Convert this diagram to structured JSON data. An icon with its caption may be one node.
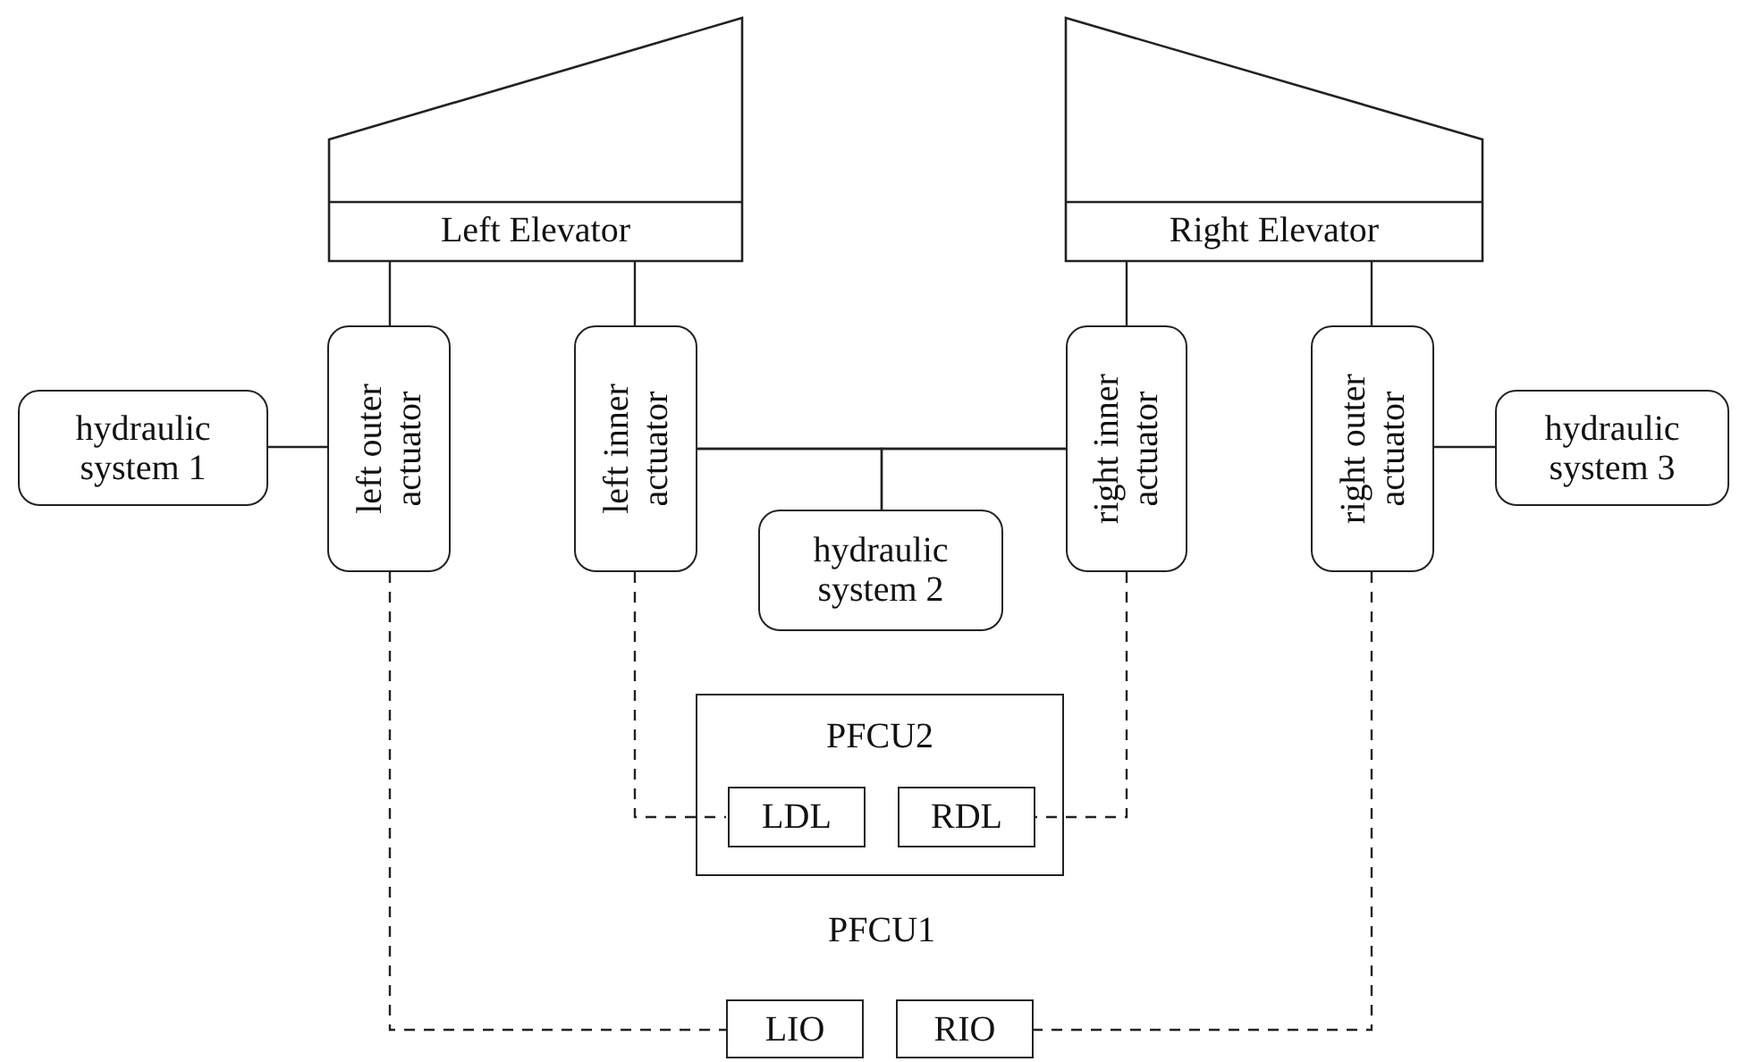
{
  "diagram": {
    "nodes": [
      {
        "text": [
          "Left Elevator"
        ]
      },
      {
        "text": [
          "Right Elevator"
        ]
      },
      {
        "text": [
          "hydraulic system 1"
        ]
      },
      {
        "text": [
          "left outer actuator"
        ]
      },
      {
        "text": [
          "left inner actuator"
        ]
      },
      {
        "text": [
          "hydraulic system 2"
        ]
      },
      {
        "text": [
          "right inner actuator"
        ]
      },
      {
        "text": [
          "right outer actuator"
        ]
      },
      {
        "text": [
          "hydraulic system 3"
        ]
      },
      {
        "text": [
          "PFCU2"
        ]
      },
      {
        "text": [
          "LDL"
        ],
        "in": 9
      },
      {
        "text": [
          "RDL"
        ],
        "in": 9
      },
      {
        "text": [
          "LIO"
        ]
      },
      {
        "text": [
          "RIO"
        ]
      }
    ],
    "edges": [
      {
        "from": 0,
        "to": 3,
        "arrow": "none"
      },
      {
        "from": 0,
        "to": 4,
        "arrow": "none"
      },
      {
        "from": 1,
        "to": 6,
        "arrow": "none"
      },
      {
        "from": 1,
        "to": 7,
        "arrow": "none"
      },
      {
        "from": 2,
        "to": 3,
        "arrow": "none"
      },
      {
        "from": 7,
        "to": 8,
        "arrow": "none"
      },
      {
        "from": 4,
        "to": 6,
        "arrow": "none"
      },
      {
        "from": 5,
        "to": 4,
        "arrow": "none"
      },
      {
        "from": 5,
        "to": 6,
        "arrow": "none"
      },
      {
        "from": 4,
        "to": 10,
        "arrow": "none",
        "style": "dashed"
      },
      {
        "from": 6,
        "to": 11,
        "arrow": "none",
        "style": "dashed"
      },
      {
        "from": 3,
        "to": 12,
        "arrow": "none",
        "style": "dashed"
      },
      {
        "from": 7,
        "to": 13,
        "arrow": "none",
        "style": "dashed"
      }
    ],
    "labels": [
      "PFCU1"
    ]
  }
}
